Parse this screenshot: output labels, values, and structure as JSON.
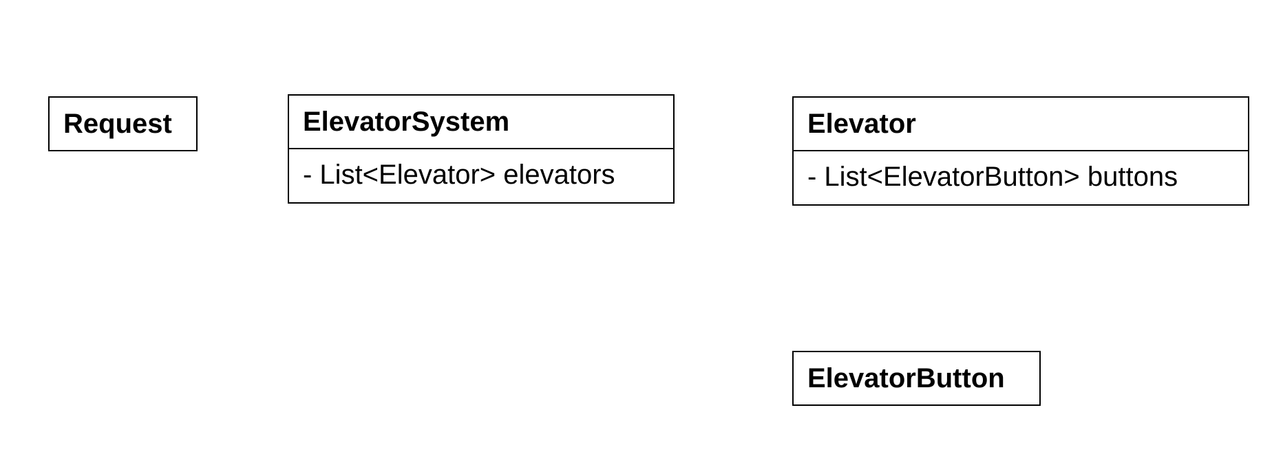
{
  "classes": [
    {
      "name": "Request",
      "attributes": []
    },
    {
      "name": "ElevatorSystem",
      "attributes": [
        "- List<Elevator> elevators"
      ]
    },
    {
      "name": "Elevator",
      "attributes": [
        "- List<ElevatorButton> buttons"
      ]
    },
    {
      "name": "ElevatorButton",
      "attributes": []
    }
  ],
  "colors": {
    "stroke": "#000000",
    "fill": "#ffffff",
    "text": "#000000"
  }
}
